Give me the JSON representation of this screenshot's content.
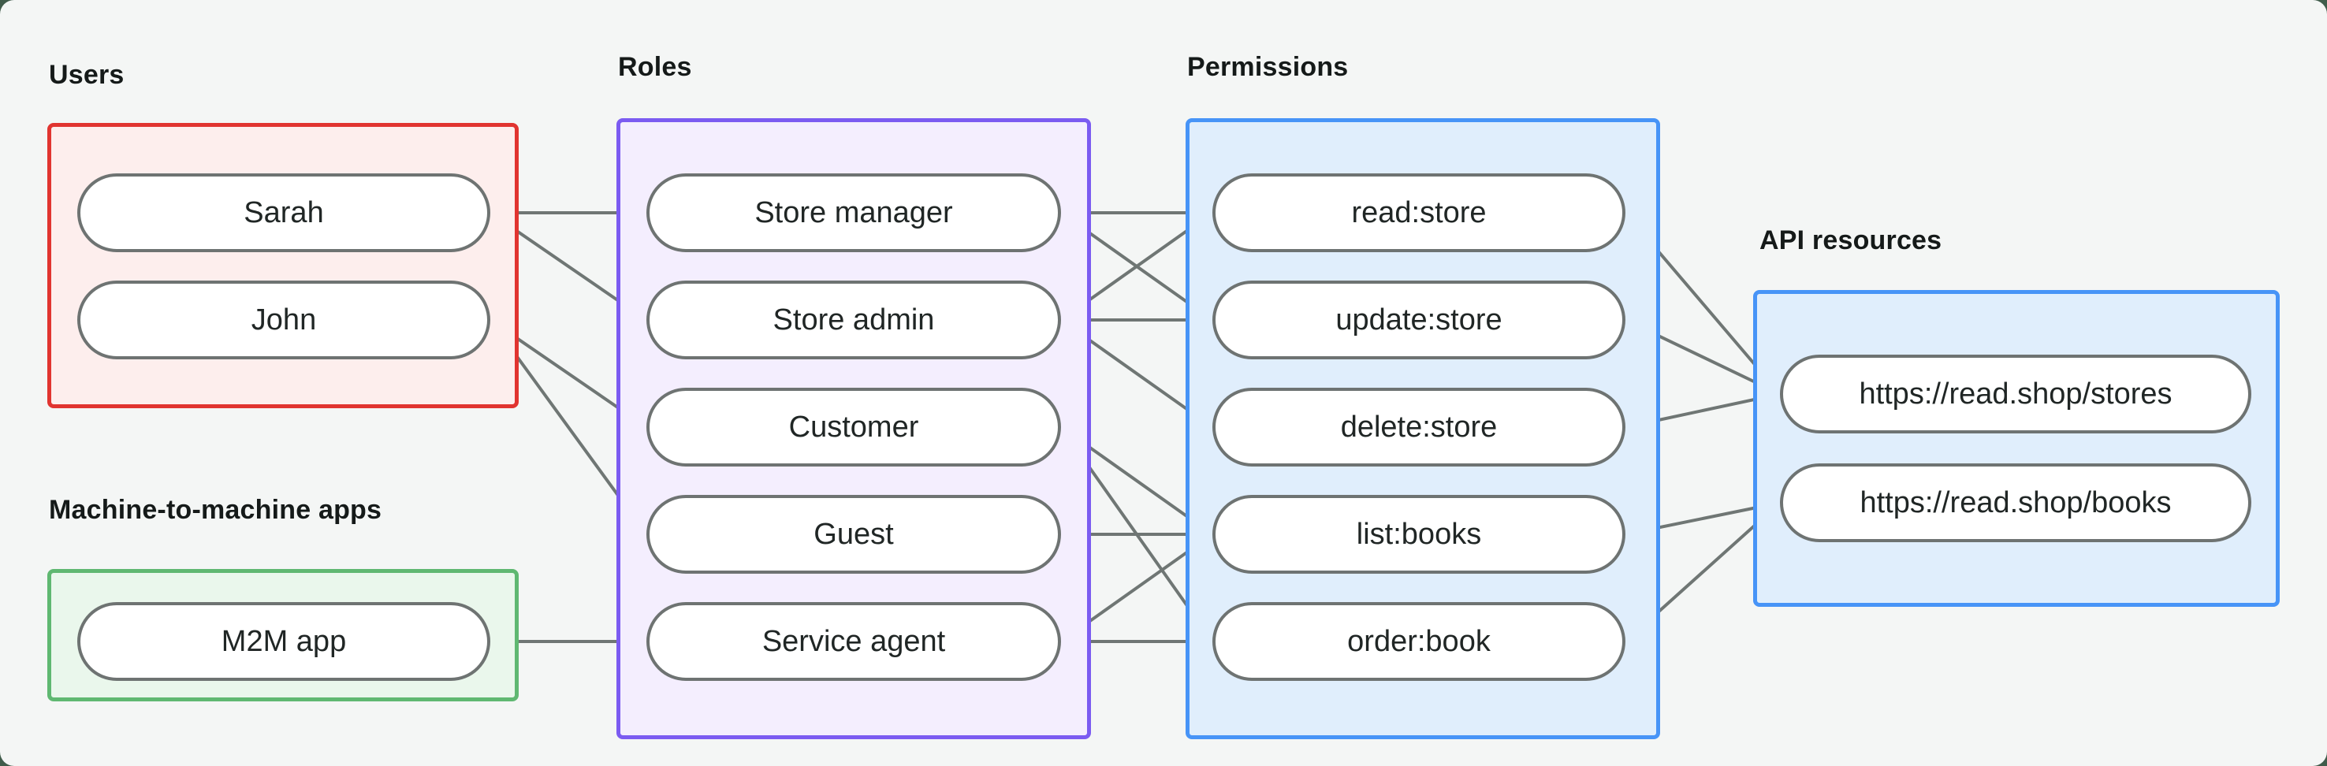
{
  "page": {
    "outer_background": "#405c4b",
    "card_background": "#f4f6f5"
  },
  "style": {
    "edge_color": "#6f7674",
    "edge_width": 4,
    "dot_radius": 11,
    "node_border_color": "#6e7372",
    "node_fill": "#ffffff"
  },
  "groups": {
    "users": {
      "label": "Users",
      "accent": "#e13430",
      "fill": "#fdeeed",
      "items": [
        {
          "id": "sarah",
          "label": "Sarah"
        },
        {
          "id": "john",
          "label": "John"
        }
      ]
    },
    "m2m": {
      "label": "Machine-to-machine apps",
      "accent": "#5fb871",
      "fill": "#eaf7ec",
      "items": [
        {
          "id": "m2m_app",
          "label": "M2M app"
        }
      ]
    },
    "roles": {
      "label": "Roles",
      "accent": "#7b5bf1",
      "fill": "#f4eefe",
      "items": [
        {
          "id": "store_manager",
          "label": "Store manager"
        },
        {
          "id": "store_admin",
          "label": "Store admin"
        },
        {
          "id": "customer",
          "label": "Customer"
        },
        {
          "id": "guest",
          "label": "Guest"
        },
        {
          "id": "service_agent",
          "label": "Service agent"
        }
      ]
    },
    "permissions": {
      "label": "Permissions",
      "accent": "#4794f7",
      "fill": "#e0eefc",
      "items": [
        {
          "id": "read_store",
          "label": "read:store"
        },
        {
          "id": "update_store",
          "label": "update:store"
        },
        {
          "id": "delete_store",
          "label": "delete:store"
        },
        {
          "id": "list_books",
          "label": "list:books"
        },
        {
          "id": "order_book",
          "label": "order:book"
        }
      ]
    },
    "api": {
      "label": "API resources",
      "accent": "#4794f7",
      "fill": "#e0eefc",
      "items": [
        {
          "id": "stores",
          "label": "https://read.shop/stores"
        },
        {
          "id": "books",
          "label": "https://read.shop/books"
        }
      ]
    }
  },
  "edges": [
    [
      "sarah",
      "store_manager"
    ],
    [
      "sarah",
      "store_admin"
    ],
    [
      "john",
      "customer"
    ],
    [
      "john",
      "guest"
    ],
    [
      "m2m_app",
      "service_agent"
    ],
    [
      "store_manager",
      "read_store"
    ],
    [
      "store_manager",
      "update_store"
    ],
    [
      "store_admin",
      "read_store"
    ],
    [
      "store_admin",
      "update_store"
    ],
    [
      "store_admin",
      "delete_store"
    ],
    [
      "customer",
      "list_books"
    ],
    [
      "customer",
      "order_book"
    ],
    [
      "guest",
      "list_books"
    ],
    [
      "service_agent",
      "list_books"
    ],
    [
      "service_agent",
      "order_book"
    ],
    [
      "read_store",
      "stores"
    ],
    [
      "update_store",
      "stores"
    ],
    [
      "delete_store",
      "stores"
    ],
    [
      "list_books",
      "books"
    ],
    [
      "order_book",
      "books"
    ]
  ]
}
